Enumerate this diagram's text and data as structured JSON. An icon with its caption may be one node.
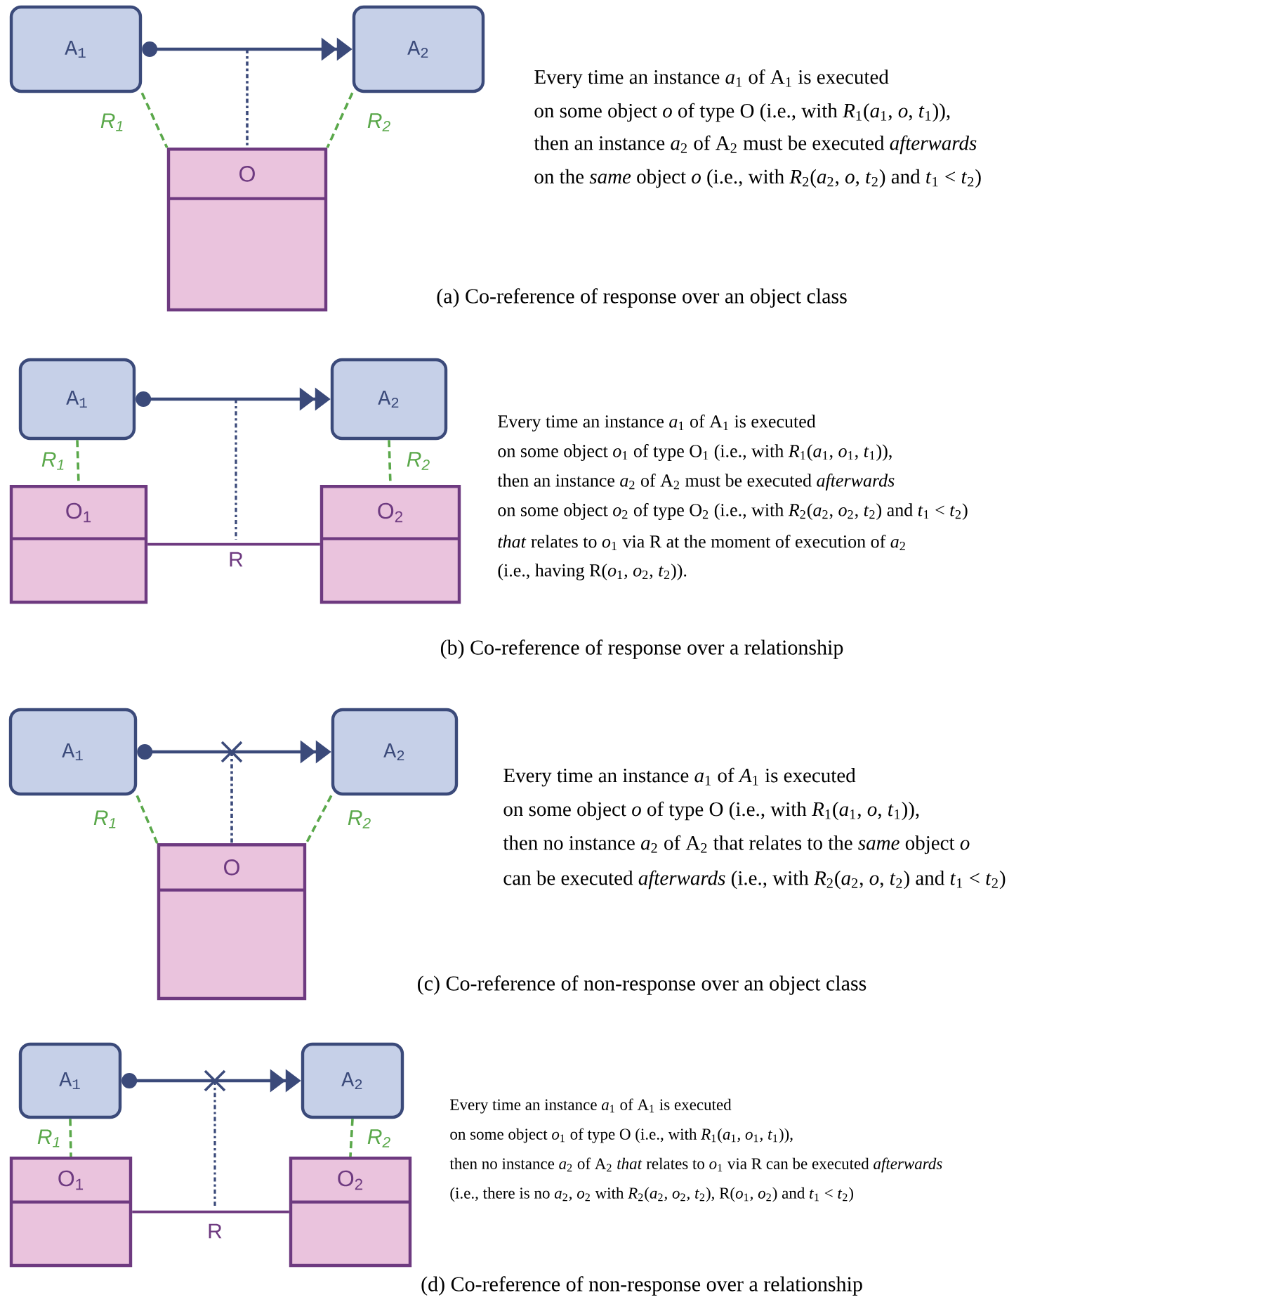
{
  "diagram": {
    "nodes": [
      {
        "text": [
          "A$_{1}$"
        ]
      },
      {
        "text": [
          "A$_{2}$"
        ]
      },
      {
        "text": [
          "O"
        ]
      },
      {
        "text": [
          "A$_{1}$"
        ]
      },
      {
        "text": [
          "A$_{2}$"
        ]
      },
      {
        "text": [
          "O$_{1}$"
        ]
      },
      {
        "text": [
          "O$_{2}$"
        ]
      },
      {
        "text": [
          "A$_{1}$"
        ]
      },
      {
        "text": [
          "A$_{2}$"
        ]
      },
      {
        "text": [
          "O"
        ]
      },
      {
        "text": [
          "A$_{1}$"
        ]
      },
      {
        "text": [
          "A$_{2}$"
        ]
      },
      {
        "text": [
          "O$_{1}$"
        ]
      },
      {
        "text": [
          "O$_{2}$"
        ]
      }
    ],
    "edges": [
      {
        "from": 0,
        "to": 1,
        "arrow": "to",
        "color": "#3b4a7a"
      },
      {
        "from": 0,
        "to": 2,
        "arrow": "none",
        "label": "R$_{1}$",
        "style": "dashed",
        "color": "#5aa84a"
      },
      {
        "from": 1,
        "to": 2,
        "arrow": "none",
        "label": "R$_{2}$",
        "style": "dashed",
        "color": "#5aa84a"
      },
      {
        "from": null,
        "to": 2,
        "arrow": "none",
        "style": "dashed",
        "color": "#3b4a7a"
      },
      {
        "from": 3,
        "to": 4,
        "arrow": "to",
        "color": "#3b4a7a"
      },
      {
        "from": 3,
        "to": 5,
        "arrow": "none",
        "label": "R$_{1}$",
        "style": "dashed",
        "color": "#5aa84a"
      },
      {
        "from": 4,
        "to": 6,
        "arrow": "none",
        "label": "R$_{2}$",
        "style": "dashed",
        "color": "#5aa84a"
      },
      {
        "from": 5,
        "to": 6,
        "arrow": "none",
        "label": "R",
        "color": "#6e3a80"
      },
      {
        "from": 7,
        "to": 8,
        "arrow": "to",
        "color": "#3b4a7a"
      },
      {
        "from": 7,
        "to": 9,
        "arrow": "none",
        "label": "R$_{1}$",
        "style": "dashed",
        "color": "#5aa84a"
      },
      {
        "from": 8,
        "to": 9,
        "arrow": "none",
        "label": "R$_{2}$",
        "style": "dashed",
        "color": "#5aa84a"
      },
      {
        "from": null,
        "to": 9,
        "arrow": "none",
        "style": "dashed",
        "color": "#3b4a7a"
      },
      {
        "from": 10,
        "to": 11,
        "arrow": "to",
        "color": "#3b4a7a"
      },
      {
        "from": 10,
        "to": 12,
        "arrow": "none",
        "label": "R$_{1}$",
        "style": "dashed",
        "color": "#5aa84a"
      },
      {
        "from": 11,
        "to": 13,
        "arrow": "none",
        "label": "R$_{2}$",
        "style": "dashed",
        "color": "#5aa84a"
      },
      {
        "from": 12,
        "to": 13,
        "arrow": "none",
        "label": "R",
        "color": "#6e3a80"
      }
    ],
    "labels": [
      "Every time an instance *a*$_{1}$ of A$_{1}$ is executed",
      "on some object *o* of type O (i.e., with *R*$_{1}$(*a*$_{1}$, *o*, *t*$_{1}$)),",
      "then an instance *a*$_{2}$ of A$_{2}$ must be executed *afterwards*",
      "on the *same* object *o* (i.e., with *R*$_{2}$(*a*$_{2}$, *o*, *t*$_{2}$) and *t*$_{1}$ < *t*$_{2}$)",
      "(a) Co-reference of response over an object class",
      "Every time an instance *a*$_{1}$ of A$_{1}$ is executed",
      "on some object *o*$_{1}$ of type O$_{1}$ (i.e., with *R*$_{1}$(*a*$_{1}$, *o*$_{1}$, *t*$_{1}$)),",
      "then an instance *a*$_{2}$ of A$_{2}$ must be executed *afterwards*",
      "on some object *o*$_{2}$ of type O$_{2}$ (i.e., with *R*$_{2}$(*a*$_{2}$, *o*$_{2}$, *t*$_{2}$) and *t*$_{1}$ < *t*$_{2}$)",
      "*that* relates to *o*$_{1}$ via R at the moment of execution of *a*$_{2}$",
      "(i.e., having R(*o*$_{1}$, *o*$_{2}$, *t*$_{2}$)).",
      "(b) Co-reference of response over a relationship",
      "Every time an instance *a*$_{1}$ of *A*$_{1}$ is executed",
      "on some object *o* of type O (i.e., with *R*$_{1}$(*a*$_{1}$, *o*, *t*$_{1}$)),",
      "then no instance *a*$_{2}$ of A$_{2}$ that relates to the *same* object *o*",
      "can be executed *afterwards* (i.e., with *R*$_{2}$(*a*$_{2}$, *o*, *t*$_{2}$) and *t*$_{1}$ < *t*$_{2}$)",
      "(c) Co-reference of non-response over an object class",
      "Every time an instance *a*$_{1}$ of A$_{1}$ is executed",
      "on some object *o*$_{1}$ of type O (i.e., with *R*$_{1}$(*a*$_{1}$, *o*$_{1}$, *t*$_{1}$)),",
      "then no instance *a*$_{2}$ of A$_{2}$ *that* relates to *o*$_{1}$ via R can be executed *afterwards*",
      "(i.e., there is no *a*$_{2}$, *o*$_{2}$ with *R*$_{2}$(*a*$_{2}$, *o*$_{2}$, *t*$_{2}$), R(*o*$_{1}$, *o*$_{2}$) and *t*$_{1}$ < *t*$_{2}$)",
      "(d) Co-reference of non-response over a relationship"
    ]
  }
}
